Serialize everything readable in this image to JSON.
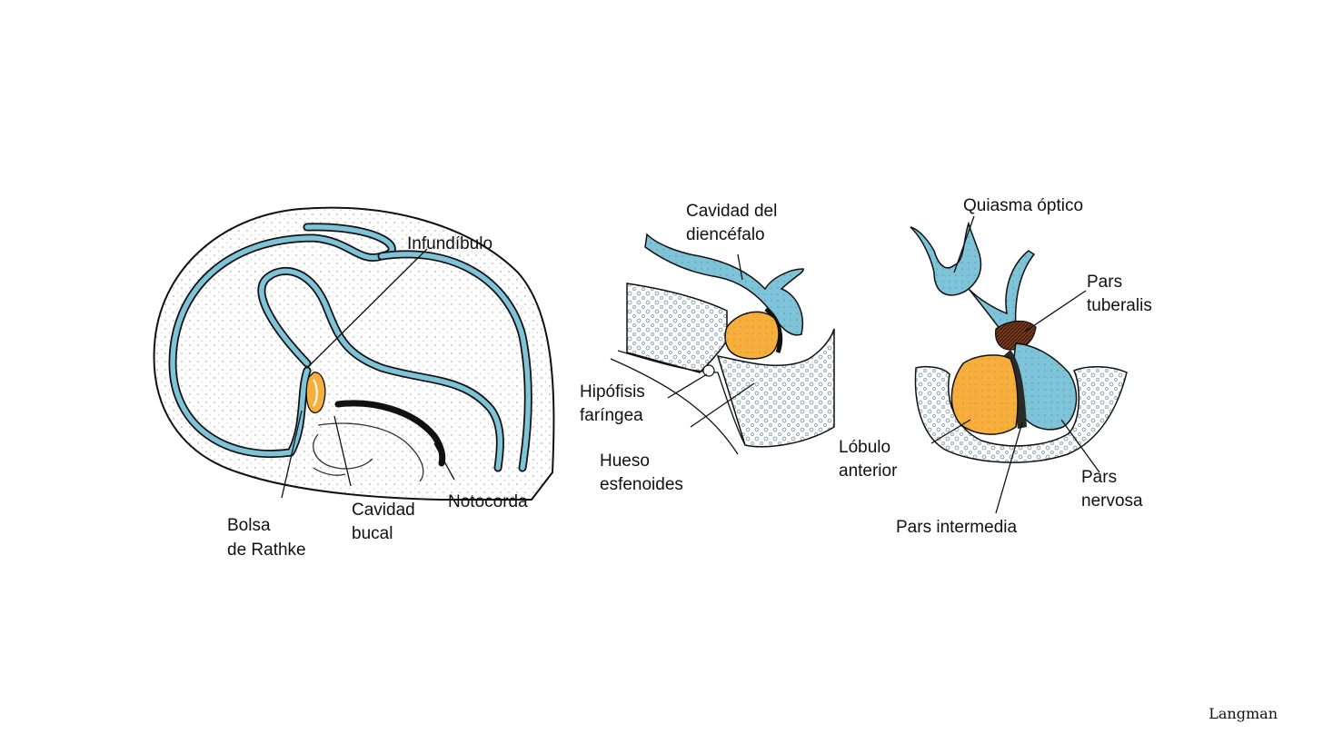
{
  "colors": {
    "blue": "#7ec3d8",
    "blue_dark": "#3d8aa3",
    "orange": "#f6ae3c",
    "bone_dot": "#8fa7b3",
    "tissue_dot": "#b5b5b5",
    "ink": "#111111",
    "dark_brown": "#5a2a16"
  },
  "panel1": {
    "labels": {
      "infundibulo": "Infundíbulo",
      "bolsa_1": "Bolsa",
      "bolsa_2": "de Rathke",
      "cavidad_bucal_1": "Cavidad",
      "cavidad_bucal_2": "bucal",
      "notocorda": "Notocorda"
    }
  },
  "panel2": {
    "labels": {
      "diencefalo_1": "Cavidad del",
      "diencefalo_2": "diencéfalo",
      "hipofisis_1": "Hipófisis",
      "hipofisis_2": "faríngea",
      "hueso_1": "Hueso",
      "hueso_2": "esfenoides"
    }
  },
  "panel3": {
    "labels": {
      "quiasma": "Quiasma óptico",
      "pars_tuberalis_1": "Pars",
      "pars_tuberalis_2": "tuberalis",
      "lobulo_1": "Lóbulo",
      "lobulo_2": "anterior",
      "pars_nervosa_1": "Pars",
      "pars_nervosa_2": "nervosa",
      "pars_intermedia": "Pars intermedia"
    }
  },
  "credit": "Langman"
}
